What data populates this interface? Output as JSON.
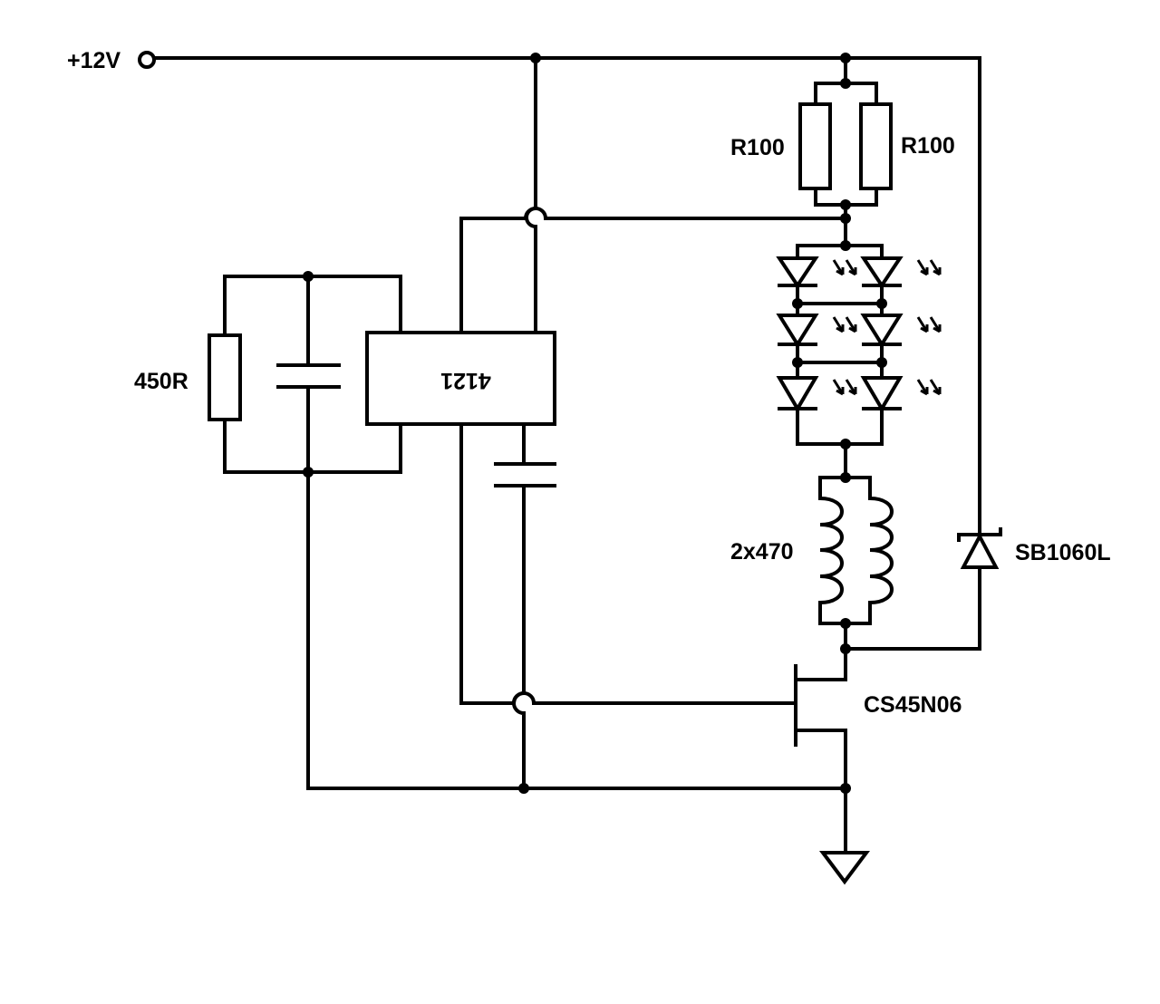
{
  "labels": {
    "supply": "+12V",
    "resistor_left": "R100",
    "resistor_right": "R100",
    "timer_resistor": "450R",
    "ic": "4121",
    "inductors": "2x470",
    "diode": "SB1060L",
    "mosfet": "CS45N06"
  },
  "colors": {
    "line": "#000000",
    "background": "#ffffff"
  }
}
